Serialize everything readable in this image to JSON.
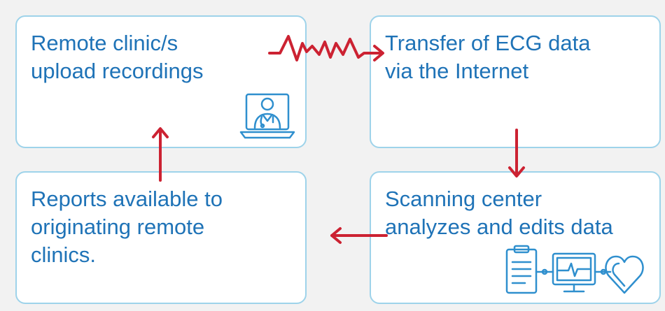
{
  "colors": {
    "background": "#f2f2f2",
    "box_border": "#9ed3ea",
    "text": "#1f73b7",
    "arrow": "#cc2232",
    "icon": "#2f8fce"
  },
  "boxes": {
    "remote_clinic": {
      "text": "Remote clinic/s\nupload recordings",
      "icon": "doctor-laptop-icon"
    },
    "transfer": {
      "text": "Transfer of ECG data\nvia the Internet"
    },
    "reports": {
      "text": "Reports available to\noriginating remote\nclinics."
    },
    "scanning": {
      "text": "Scanning center\nanalyzes and edits data",
      "icon": "clipboard-monitor-heart-icon"
    }
  },
  "arrows": [
    {
      "name": "ecg-arrow",
      "from": "remote_clinic",
      "to": "transfer",
      "style": "ecg-wave"
    },
    {
      "name": "down-arrow",
      "from": "transfer",
      "to": "scanning",
      "style": "straight"
    },
    {
      "name": "left-arrow",
      "from": "scanning",
      "to": "reports",
      "style": "straight"
    },
    {
      "name": "up-arrow",
      "from": "reports",
      "to": "remote_clinic",
      "style": "straight"
    }
  ]
}
